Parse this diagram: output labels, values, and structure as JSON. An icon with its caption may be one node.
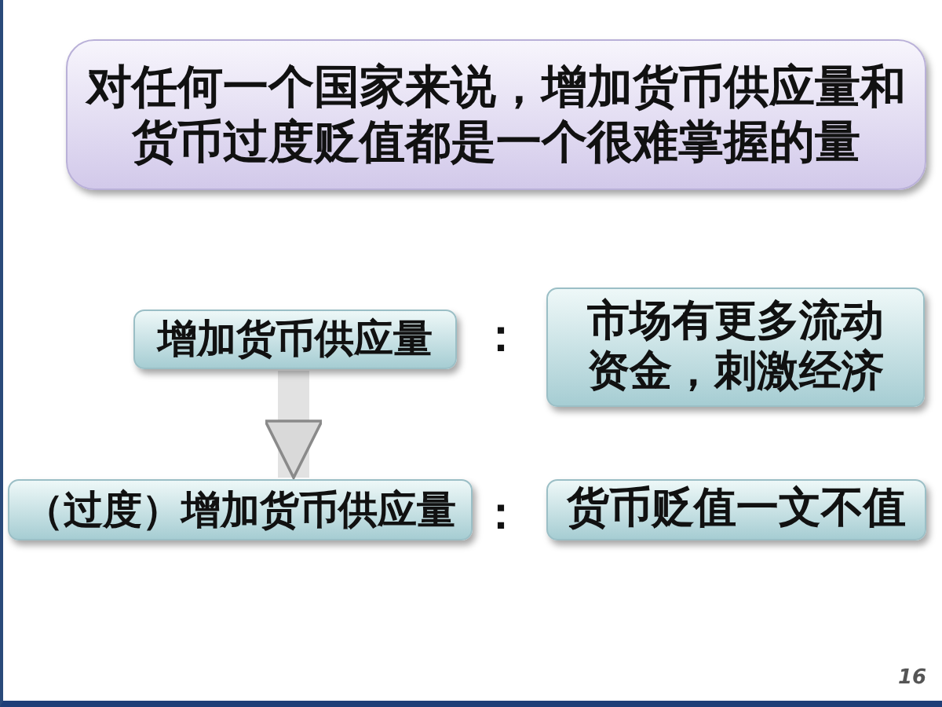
{
  "diagram": {
    "nodes": [
      {
        "text": [
          "对任何一个国家来说，增加货币供应量和货币过度贬值都是一个很难掌握的量"
        ]
      },
      {
        "text": [
          "增加货币供应量"
        ]
      },
      {
        "text": [
          "市场有更多流动资金，刺激经济"
        ]
      },
      {
        "text": [
          "（过度）增加货币供应量"
        ]
      },
      {
        "text": [
          "货币贬值一文不值"
        ]
      }
    ],
    "edges": [
      {
        "from": 1,
        "to": 3,
        "arrow": "to"
      }
    ],
    "labels": [
      "：",
      "：",
      "16"
    ]
  }
}
